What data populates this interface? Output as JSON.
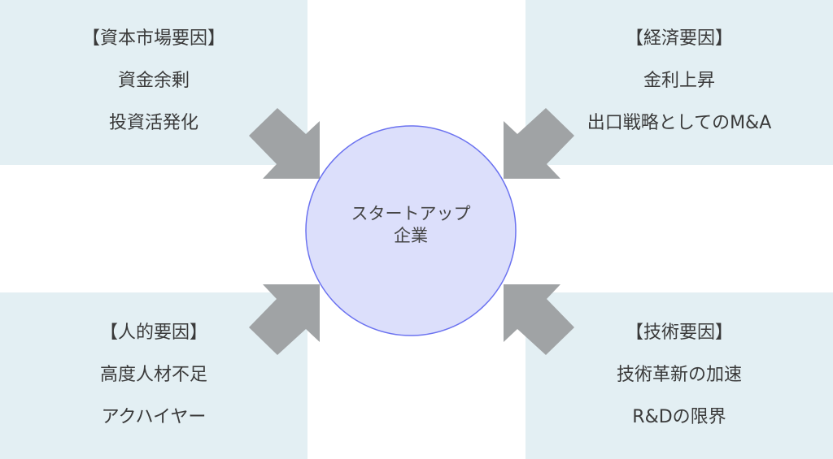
{
  "center": {
    "line1": "スタートアップ",
    "line2": "企業"
  },
  "factors": {
    "capital": {
      "title": "【資本市場要因】",
      "items": [
        "資金余剰",
        "投資活発化"
      ]
    },
    "economic": {
      "title": "【経済要因】",
      "items": [
        "金利上昇",
        "出口戦略としてのM&A"
      ]
    },
    "human": {
      "title": "【人的要因】",
      "items": [
        "高度人材不足",
        "アクハイヤー"
      ]
    },
    "technology": {
      "title": "【技術要因】",
      "items": [
        "技術革新の加速",
        "R&Dの限界"
      ]
    }
  },
  "colors": {
    "panel": "#e3eff3",
    "arrow": "#a0a3a5",
    "circle_fill": "#dcdffb",
    "circle_stroke": "#6b72f0"
  }
}
